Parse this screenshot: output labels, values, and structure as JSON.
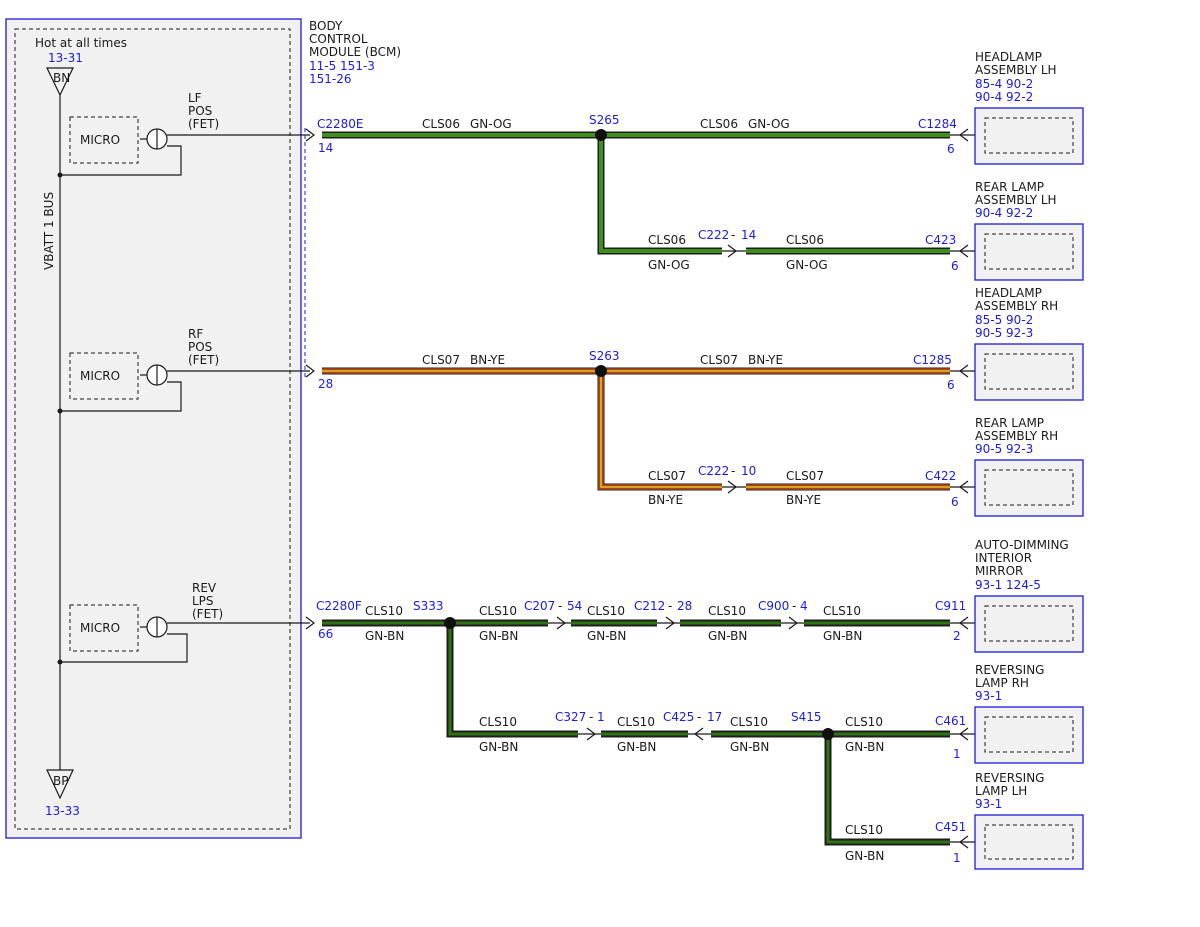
{
  "bcm": {
    "name_lines": [
      "BODY",
      "CONTROL",
      "MODULE (BCM)"
    ],
    "refs": [
      "11-5  151-3",
      "151-26"
    ],
    "hot_label": "Hot at all times",
    "bus_label": "VBATT 1 BUS",
    "top_terminal": {
      "ref": "13-31",
      "code": "BN"
    },
    "bottom_terminal": {
      "ref": "13-33",
      "code": "BP"
    },
    "micro_label": "MICRO",
    "outputs": [
      {
        "lines": [
          "LF",
          "POS",
          "(FET)"
        ]
      },
      {
        "lines": [
          "RF",
          "POS",
          "(FET)"
        ]
      },
      {
        "lines": [
          "REV",
          "LPS",
          "(FET)"
        ]
      }
    ]
  },
  "components": [
    {
      "id": "headlamp-lh",
      "lines": [
        "HEADLAMP",
        "ASSEMBLY LH"
      ],
      "refs": [
        "85-4  90-2",
        "90-4  92-2"
      ]
    },
    {
      "id": "rear-lamp-lh",
      "lines": [
        "REAR LAMP",
        "ASSEMBLY LH"
      ],
      "refs": [
        "90-4  92-2"
      ]
    },
    {
      "id": "headlamp-rh",
      "lines": [
        "HEADLAMP",
        "ASSEMBLY RH"
      ],
      "refs": [
        "85-5  90-2",
        "90-5  92-3"
      ]
    },
    {
      "id": "rear-lamp-rh",
      "lines": [
        "REAR LAMP",
        "ASSEMBLY RH"
      ],
      "refs": [
        "90-5  92-3"
      ]
    },
    {
      "id": "mirror",
      "lines": [
        "AUTO-DIMMING",
        "INTERIOR",
        "MIRROR"
      ],
      "refs": [
        "93-1  124-5"
      ]
    },
    {
      "id": "rev-lamp-rh",
      "lines": [
        "REVERSING",
        "LAMP RH"
      ],
      "refs": [
        "93-1"
      ]
    },
    {
      "id": "rev-lamp-lh",
      "lines": [
        "REVERSING",
        "LAMP LH"
      ],
      "refs": [
        "93-1"
      ]
    }
  ],
  "connectors": {
    "c2280e": {
      "name": "C2280E",
      "pin": "14"
    },
    "c2280e_rf_pin": "28",
    "c2280f": {
      "name": "C2280F",
      "pin": "66"
    },
    "c1284": {
      "name": "C1284",
      "pin": "6"
    },
    "c423": {
      "name": "C423",
      "pin": "6"
    },
    "c1285": {
      "name": "C1285",
      "pin": "6"
    },
    "c422": {
      "name": "C422",
      "pin": "6"
    },
    "c911": {
      "name": "C911",
      "pin": "2"
    },
    "c461": {
      "name": "C461",
      "pin": "1"
    },
    "c451": {
      "name": "C451",
      "pin": "1"
    },
    "c222_14": {
      "name": "C222",
      "pin": "14"
    },
    "c222_10": {
      "name": "C222",
      "pin": "10"
    },
    "c207": {
      "name": "C207",
      "pin": "54"
    },
    "c212": {
      "name": "C212",
      "pin": "28"
    },
    "c900": {
      "name": "C900",
      "pin": "4"
    },
    "c327": {
      "name": "C327",
      "pin": "1"
    },
    "c425": {
      "name": "C425",
      "pin": "17"
    }
  },
  "splices": {
    "s265": "S265",
    "s263": "S263",
    "s333": "S333",
    "s415": "S415"
  },
  "circuits": {
    "cls06": "CLS06",
    "cls07": "CLS07",
    "cls10": "CLS10"
  },
  "wire_colors": {
    "gn_og": "GN-OG",
    "bn_ye": "BN-YE",
    "gn_bn": "GN-BN"
  },
  "palette": {
    "green": "#3f8f1c",
    "brown": "#a8461c",
    "yellow": "#e8c020",
    "blue": "#1c1cd8"
  }
}
